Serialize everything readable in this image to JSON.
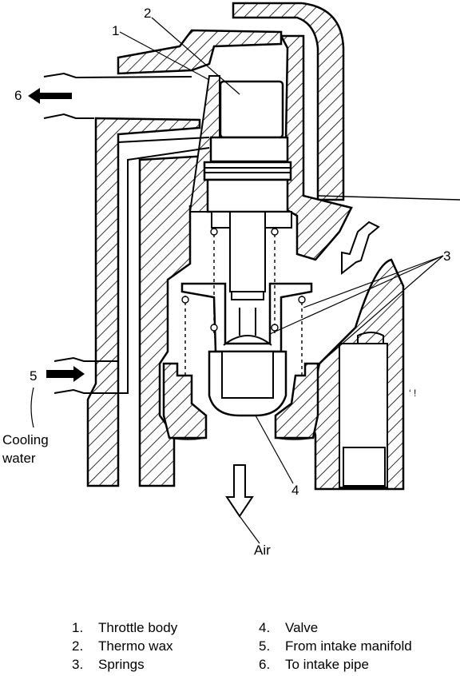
{
  "callouts": {
    "c1": "1",
    "c2": "2",
    "c3": "3",
    "c4": "4",
    "c5": "5",
    "c6": "6"
  },
  "flow_labels": {
    "cooling_water_line1": "Cooling",
    "cooling_water_line2": "water",
    "air": "Air"
  },
  "legend": [
    {
      "num": "1.",
      "label": "Throttle body"
    },
    {
      "num": "2.",
      "label": "Thermo wax"
    },
    {
      "num": "3.",
      "label": "Springs"
    },
    {
      "num": "4.",
      "label": "Valve"
    },
    {
      "num": "5.",
      "label": "From intake manifold"
    },
    {
      "num": "6.",
      "label": "To intake pipe"
    }
  ]
}
